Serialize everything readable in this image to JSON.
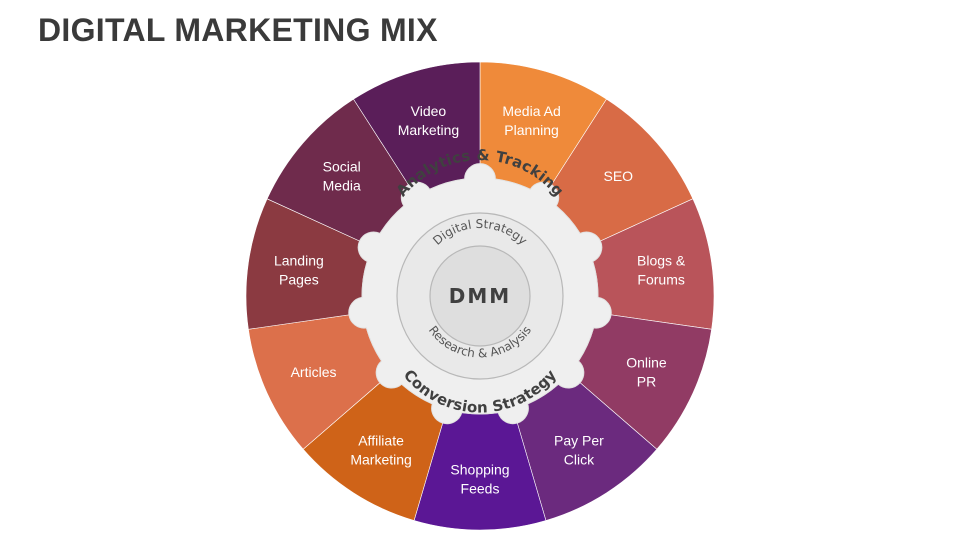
{
  "title": "DIGITAL MARKETING MIX",
  "segments": [
    {
      "lines": [
        "Media Ad",
        "Planning"
      ],
      "color": "#ef8a3a"
    },
    {
      "lines": [
        "SEO"
      ],
      "color": "#d86b46"
    },
    {
      "lines": [
        "Blogs &",
        "Forums"
      ],
      "color": "#b9545a"
    },
    {
      "lines": [
        "Online",
        "PR"
      ],
      "color": "#913b64"
    },
    {
      "lines": [
        "Pay Per",
        "Click"
      ],
      "color": "#6b2a7e"
    },
    {
      "lines": [
        "Shopping",
        "Feeds"
      ],
      "color": "#5b1795"
    },
    {
      "lines": [
        "Affiliate",
        "Marketing"
      ],
      "color": "#cf6318"
    },
    {
      "lines": [
        "Articles"
      ],
      "color": "#dc704b"
    },
    {
      "lines": [
        "Landing",
        "Pages"
      ],
      "color": "#8b3a41"
    },
    {
      "lines": [
        "Social",
        "Media"
      ],
      "color": "#6f2b4c"
    },
    {
      "lines": [
        "Video",
        "Marketing"
      ],
      "color": "#5a1e59"
    }
  ],
  "ring": {
    "top_text": "Analytics & Tracking",
    "bottom_text": "Conversion Strategy"
  },
  "inner": {
    "top_text": "Digital Strategy",
    "bottom_text": "Research & Analysis",
    "core": "DMM"
  }
}
